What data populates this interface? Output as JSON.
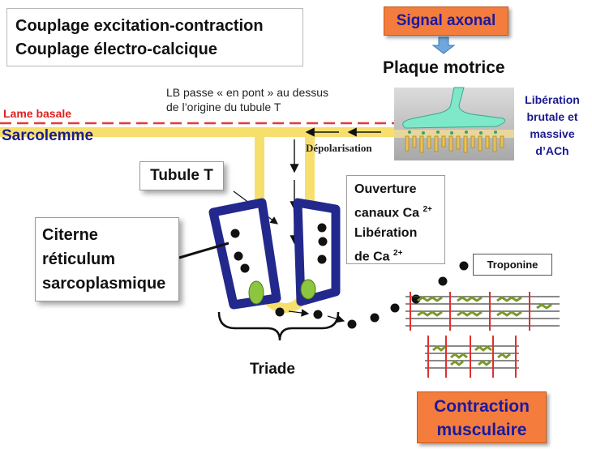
{
  "title": {
    "line1": "Couplage excitation-contraction",
    "line2": "Couplage électro-calcique"
  },
  "signal_label": "Signal axonal",
  "plaque_label": "Plaque motrice",
  "liberation": {
    "line1": "Libération",
    "line2": "brutale et",
    "line3": "massive",
    "line4": "d’ACh"
  },
  "lame_basale_label": "Lame basale",
  "sarcolemme_label": "Sarcolemme",
  "lb_note": {
    "line1": "LB passe « en pont » au dessus",
    "line2": "de l’origine du tubule T"
  },
  "depolarisation_label": "Dépolarisation",
  "tubule_label": "Tubule T",
  "citerne": {
    "line1": "Citerne",
    "line2": "réticulum",
    "line3": "sarcoplasmique"
  },
  "ouverture": {
    "line1": "Ouverture",
    "line2": "canaux Ca",
    "line2_sup": "2+",
    "line3": "Libération",
    "line4": "de Ca",
    "line4_sup": "2+"
  },
  "troponine_label": "Troponine",
  "triade_label": "Triade",
  "contraction": {
    "line1": "Contraction",
    "line2": "musculaire"
  },
  "colors": {
    "membrane": "#f7df6e",
    "lame_basale": "#e23b3b",
    "cistern": "#23288c",
    "calcium": "#111111",
    "channel": "#8cc63f",
    "orange": "#f47c3c",
    "acetylcholine": "#7fe8c8",
    "text_blue": "#1a1a90"
  }
}
